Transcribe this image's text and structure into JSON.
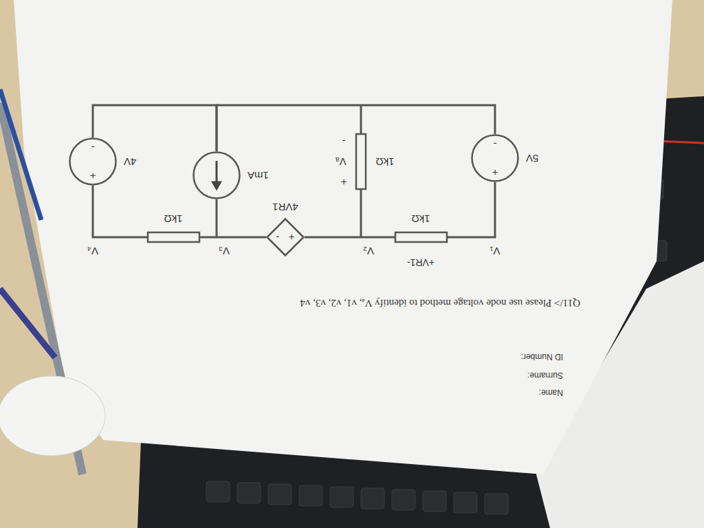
{
  "diagram": {
    "nodes": [
      {
        "text": [
          "5V",
          "+",
          "-"
        ]
      },
      {
        "text": [
          "4VR1",
          "+",
          "-"
        ]
      },
      {
        "text": [
          "1mA"
        ]
      },
      {
        "text": [
          "4V",
          "+",
          "-"
        ]
      }
    ],
    "edges": [
      {
        "from": 0,
        "to": 2,
        "arrow": "none"
      },
      {
        "from": 2,
        "to": 3,
        "arrow": "none"
      },
      {
        "from": 1,
        "to": 2,
        "arrow": "none"
      }
    ],
    "labels": [
      "Name:",
      "Surname:",
      "ID Number:",
      "Q11/> Please use node voltage method to identify Vₐ, v1, v2, v3, v4",
      "V₁",
      "+VR1-",
      "1kΩ",
      "V₂",
      "1kΩ",
      "+",
      "Vₐ",
      "-",
      "V₃",
      "1kΩ",
      "V₄"
    ]
  }
}
